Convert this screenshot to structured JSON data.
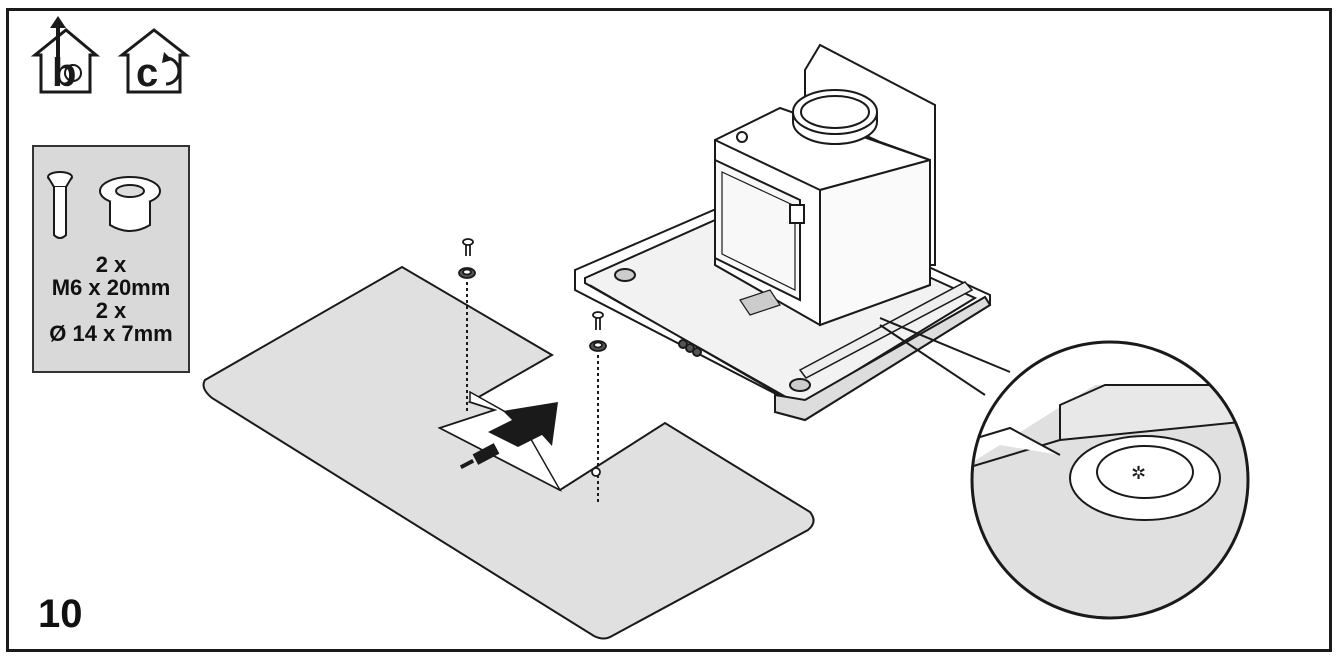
{
  "step": {
    "number": "10"
  },
  "mode_icons": [
    {
      "name": "ducted-exhaust-mode",
      "letter": "b"
    },
    {
      "name": "recirculation-mode",
      "letter": "c"
    }
  ],
  "parts": {
    "screw_qty": "2 x",
    "screw_spec": "M6 x 20mm",
    "spacer_qty": "2 x",
    "spacer_spec": "Ø 14 x 7mm"
  },
  "colors": {
    "panel_fill": "#e0e0e0",
    "parts_box_fill": "#d9d9d9",
    "line": "#1a1a1a"
  }
}
